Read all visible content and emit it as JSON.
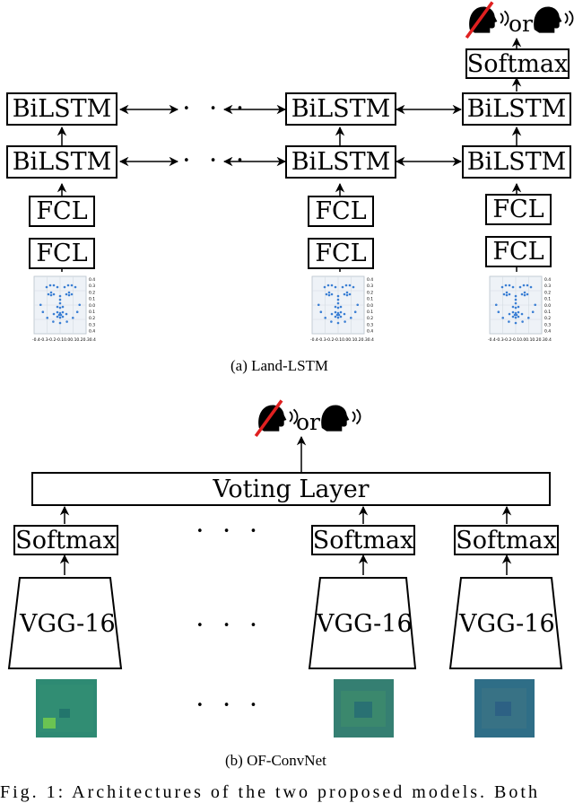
{
  "part_a": {
    "caption": "(a) Land-LSTM",
    "output_or": "or",
    "softmax_label": "Softmax",
    "bilstm_label": "BiLSTM",
    "fcl_label": "FCL",
    "ellipsis": "• • •",
    "plot_ticks_y": [
      "0.4",
      "0.3",
      "0.2",
      "0.1",
      "0.0",
      "0.1",
      "0.2",
      "0.3",
      "0.4"
    ],
    "plot_ticks_x": "-0.4-0.3-0.2-0.10.00.10.20.30.4"
  },
  "part_b": {
    "caption": "(b) OF-ConvNet",
    "output_or": "or",
    "voting_label": "Voting Layer",
    "softmax_label": "Softmax",
    "vgg_label": "VGG-16",
    "ellipsis": "• • •"
  },
  "figure_caption": "Fig. 1: Architectures of the two proposed models. Both",
  "icons": [
    "not-speaking-icon",
    "speaking-icon"
  ],
  "colors": {
    "landmark_dots": "#3b7fd4",
    "strike": "#e02020",
    "flow_teal": "#2f8a7a"
  }
}
